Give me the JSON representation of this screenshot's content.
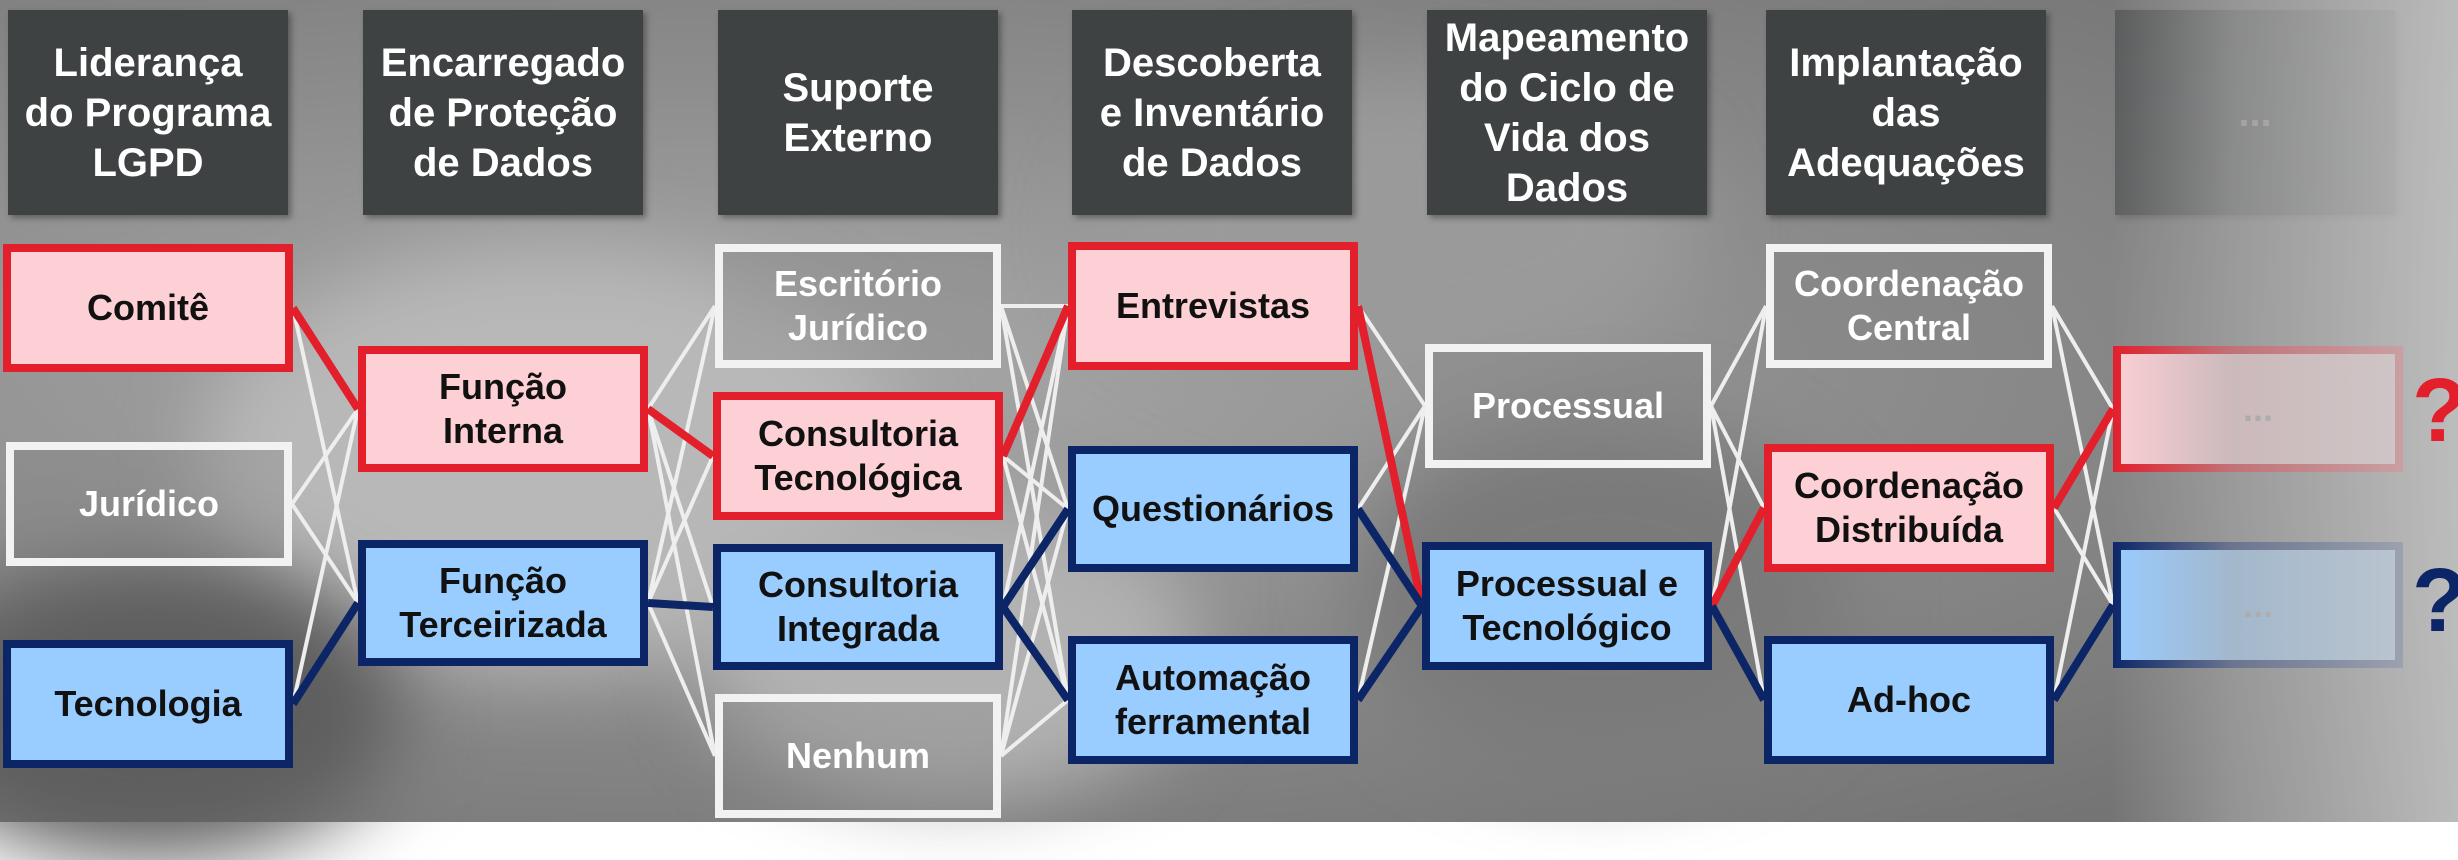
{
  "colors": {
    "header_bg": "#3f4243",
    "red_border": "#e21f2b",
    "red_fill": "#fdd0d5",
    "blue_border": "#0b2567",
    "blue_fill": "#99ccff",
    "white_border": "#f2f2f2"
  },
  "headers": [
    "Liderança\ndo Programa\nLGPD",
    "Encarregado\nde Proteção\nde Dados",
    "Suporte\nExterno",
    "Descoberta\ne Inventário\nde Dados",
    "Mapeamento\ndo Ciclo de\nVida dos\nDados",
    "Implantação\ndas\nAdequações",
    "..."
  ],
  "columns": [
    {
      "options": [
        {
          "label": "Comitê",
          "style": "red"
        },
        {
          "label": "Jurídico",
          "style": "white"
        },
        {
          "label": "Tecnologia",
          "style": "blue"
        }
      ]
    },
    {
      "options": [
        {
          "label": "Função\nInterna",
          "style": "red"
        },
        {
          "label": "Função\nTerceirizada",
          "style": "blue"
        }
      ]
    },
    {
      "options": [
        {
          "label": "Escritório\nJurídico",
          "style": "white"
        },
        {
          "label": "Consultoria\nTecnológica",
          "style": "red"
        },
        {
          "label": "Consultoria\nIntegrada",
          "style": "blue"
        },
        {
          "label": "Nenhum",
          "style": "white"
        }
      ]
    },
    {
      "options": [
        {
          "label": "Entrevistas",
          "style": "red"
        },
        {
          "label": "Questionários",
          "style": "blue"
        },
        {
          "label": "Automação\nferramental",
          "style": "blue"
        }
      ]
    },
    {
      "options": [
        {
          "label": "Processual",
          "style": "white"
        },
        {
          "label": "Processual e\nTecnológico",
          "style": "blue"
        }
      ]
    },
    {
      "options": [
        {
          "label": "Coordenação\nCentral",
          "style": "white"
        },
        {
          "label": "Coordenação\nDistribuída",
          "style": "red"
        },
        {
          "label": "Ad-hoc",
          "style": "blue"
        }
      ]
    },
    {
      "options": [
        {
          "label": "...",
          "style": "red-faded"
        },
        {
          "label": "...",
          "style": "blue-faded"
        }
      ]
    }
  ],
  "question_marks": [
    "?",
    "?"
  ],
  "red_path": [
    "Comitê",
    "Função Interna",
    "Consultoria Tecnológica",
    "Entrevistas",
    "Processual e Tecnológico",
    "Coordenação Distribuída",
    "..."
  ],
  "blue_path": [
    "Tecnologia",
    "Função Terceirizada",
    "Consultoria Integrada",
    "Questionários",
    "Automação ferramental",
    "Processual e Tecnológico",
    "Ad-hoc",
    "..."
  ]
}
